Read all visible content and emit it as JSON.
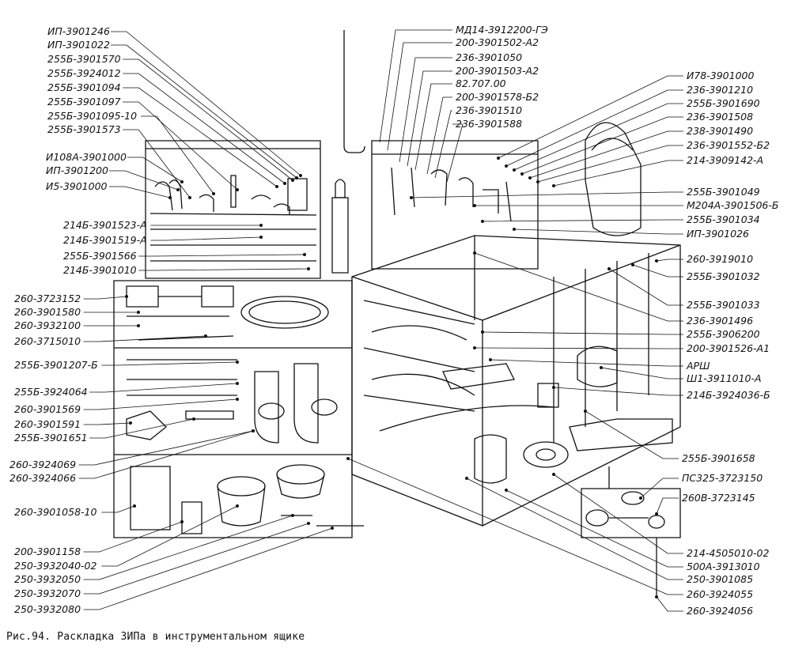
{
  "caption": "Рис.94. Раскладка ЗИПа в инструментальном ящике",
  "labels_left": [
    "ИП-3901246",
    "ИП-3901022",
    "255Б-3901570",
    "255Б-3924012",
    "255Б-3901094",
    "255Б-3901097",
    "255Б-3901095-10",
    "255Б-3901573",
    "И108А-3901000",
    "ИП-3901200",
    "И5-3901000",
    "214Б-3901523-А",
    "214Б-3901519-А",
    "255Б-3901566",
    "214Б-3901010",
    "260-3723152",
    "260-3901580",
    "260-3932100",
    "260-3715010",
    "255Б-3901207-Б",
    "255Б-3924064",
    "260-3901569",
    "260-3901591",
    "255Б-3901651",
    "260-3924069",
    "260-3924066",
    "260-3901058-10",
    "200-3901158",
    "250-3932040-02",
    "250-3932050",
    "250-3932070",
    "250-3932080"
  ],
  "labels_top": [
    "МД14-3912200-ГЭ",
    "200-3901502-А2",
    "236-3901050",
    "200-3901503-А2",
    "82.707.00",
    "200-3901578-Б2",
    "236-3901510",
    "236-3901588"
  ],
  "labels_right": [
    "И78-3901000",
    "236-3901210",
    "255Б-3901690",
    "236-3901508",
    "238-3901490",
    "236-3901552-Б2",
    "214-3909142-А",
    "255Б-3901049",
    "М204А-3901506-Б",
    "255Б-3901034",
    "ИП-3901026",
    "260-3919010",
    "255Б-3901032",
    "255Б-3901033",
    "236-3901496",
    "255Б-3906200",
    "200-3901526-А1",
    "АРШ",
    "Ш1-3911010-А",
    "214Б-3924036-Б",
    "255Б-3901658",
    "ПС325-3723150",
    "260В-3723145",
    "214-4505010-02",
    "500А-3913010",
    "250-3901085",
    "260-3924055",
    "260-3924056"
  ]
}
